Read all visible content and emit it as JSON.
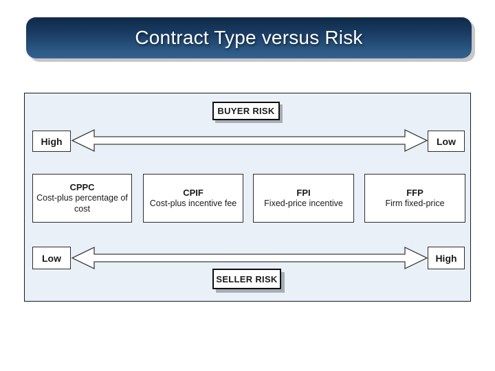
{
  "slide": {
    "title": "Contract Type versus Risk"
  },
  "diagram": {
    "buyer_risk_label": "BUYER RISK",
    "seller_risk_label": "SELLER RISK",
    "buyer_axis": {
      "left": "High",
      "right": "Low"
    },
    "seller_axis": {
      "left": "Low",
      "right": "High"
    },
    "contract_types": [
      {
        "acronym": "CPPC",
        "description": "Cost-plus percentage of cost"
      },
      {
        "acronym": "CPIF",
        "description": "Cost-plus incentive fee"
      },
      {
        "acronym": "FPI",
        "description": "Fixed-price incentive"
      },
      {
        "acronym": "FFP",
        "description": "Firm fixed-price"
      }
    ]
  },
  "colors": {
    "title-grad-top": "#0e2946",
    "title-grad-mid": "#1b3e66",
    "title-grad-bottom": "#336190",
    "panel-bg": "#e9f0f7",
    "panel-border": "#101826",
    "shadow-gray": "#c7c7c7"
  }
}
